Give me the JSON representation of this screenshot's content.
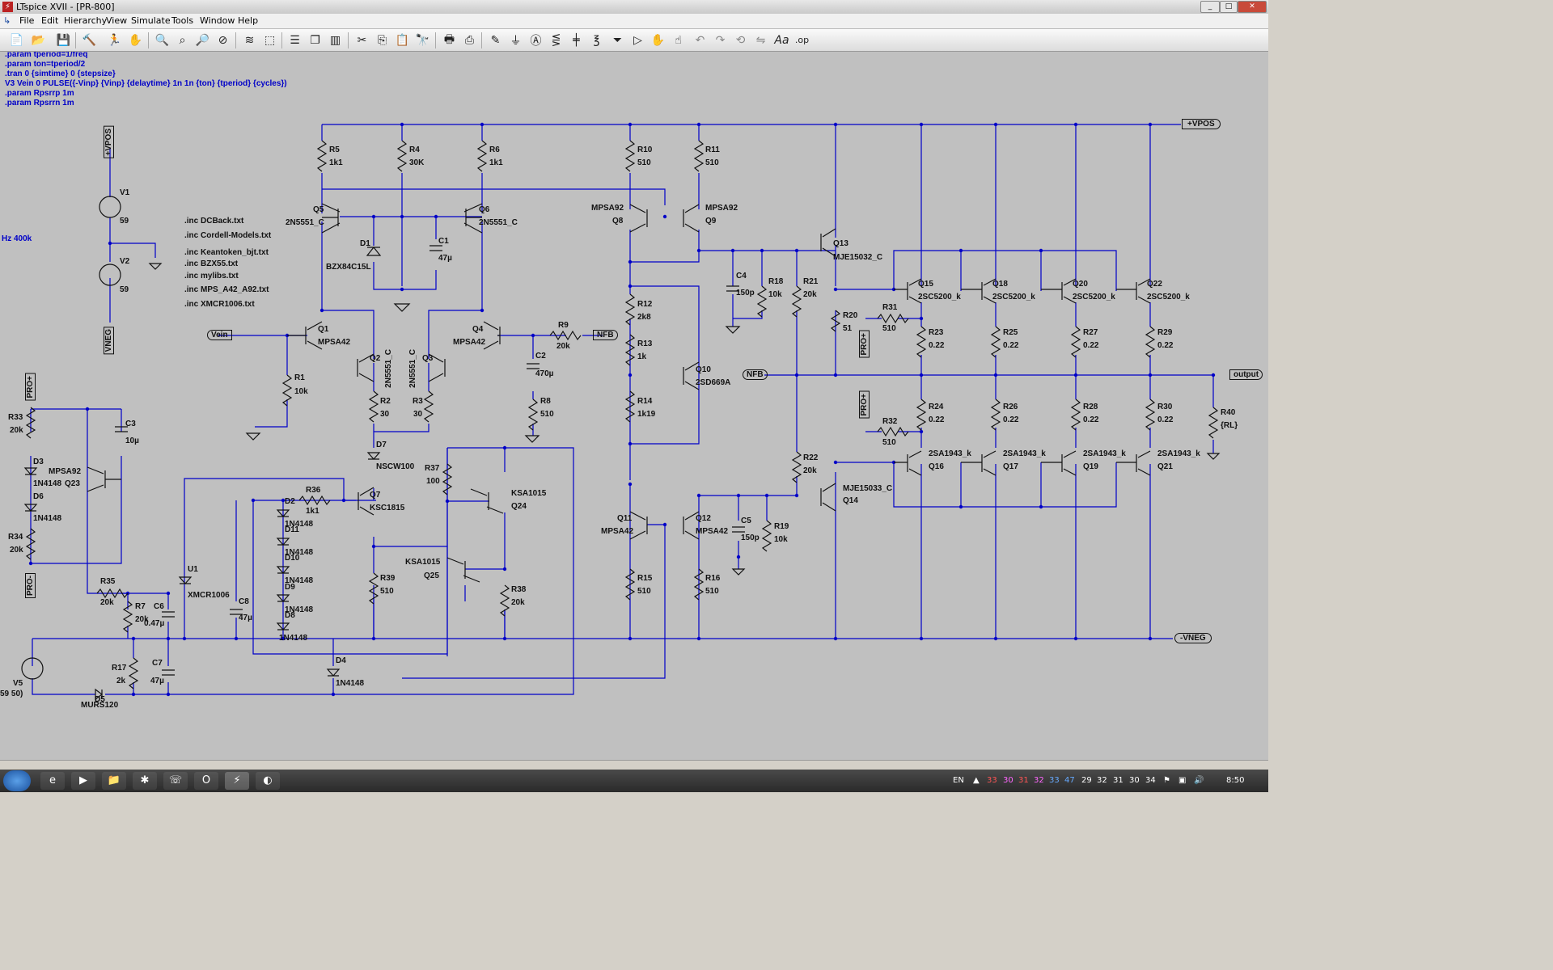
{
  "window": {
    "title": "LTspice XVII - [PR-800]"
  },
  "menu": [
    "File",
    "Edit",
    "Hierarchy",
    "View",
    "Simulate",
    "Tools",
    "Window",
    "Help"
  ],
  "toolbar_icons": [
    "new-schematic",
    "open",
    "save",
    "control-panel",
    "run",
    "halt",
    "zoom-in",
    "zoom-pan",
    "zoom-out",
    "zoom-cancel",
    "autorange",
    "zoom-extent",
    "tile-horizontal",
    "cascade",
    "tile-vertical",
    "cut",
    "copy",
    "paste",
    "find",
    "print",
    "print-setup",
    "draw-wire",
    "ground",
    "label-net",
    "resistor",
    "capacitor",
    "inductor",
    "diode",
    "component",
    "move",
    "drag",
    "undo",
    "redo",
    "rotate",
    "mirror",
    "text",
    "spice-directive"
  ],
  "directives": [
    ".param tperiod=1/freq",
    ".param ton=tperiod/2",
    ".tran 0 {simtime} 0 {stepsize}",
    "V3 Vein 0 PULSE({-Vinp} {Vinp} {delaytime} 1n 1n {ton} {tperiod} {cycles})",
    ".param Rpsrrp 1m",
    ".param Rpsrrn 1m"
  ],
  "hz_label": "Hz 400k",
  "includes": [
    ".inc DCBack.txt",
    ".inc Cordell-Models.txt",
    ".inc Keantoken_bjt.txt",
    ".inc BZX55.txt",
    ".inc mylibs.txt",
    ".inc MPS_A42_A92.txt",
    ".inc XMCR1006.txt"
  ],
  "net_flags": {
    "vpos_left": "+VPOS",
    "vneg_left": "VNEG",
    "vpos_right": "+VPOS",
    "vneg_right": "-VNEG",
    "vein": "Vein",
    "nfb1": "NFB",
    "nfb2": "NFB",
    "output": "output",
    "pro_p1": "PRO+",
    "pro_m1": "PRO-",
    "pro_p2": "PRO+",
    "pro_p3": "PRO+"
  },
  "components": {
    "V1": [
      "V1",
      "59"
    ],
    "V2": [
      "V2",
      "59"
    ],
    "V5": [
      "V5",
      "59 50)"
    ],
    "R5": [
      "R5",
      "1k1"
    ],
    "R4": [
      "R4",
      "30K"
    ],
    "R6": [
      "R6",
      "1k1"
    ],
    "Q5": [
      "Q5",
      "2N5551_C"
    ],
    "Q6": [
      "Q6",
      "2N5551_C"
    ],
    "D1": [
      "D1",
      "BZX84C15L"
    ],
    "C1": [
      "C1",
      "47µ"
    ],
    "Q1": [
      "Q1",
      "MPSA42"
    ],
    "Q4": [
      "Q4",
      "MPSA42"
    ],
    "Q2": [
      "Q2",
      "2N5551_C"
    ],
    "Q3": [
      "Q3",
      "2N5551_C"
    ],
    "R1": [
      "R1",
      "10k"
    ],
    "R2": [
      "R2",
      "30"
    ],
    "R3": [
      "R3",
      "30"
    ],
    "R9": [
      "R9",
      "20k"
    ],
    "C2": [
      "C2",
      "470µ"
    ],
    "R8": [
      "R8",
      "510"
    ],
    "R10": [
      "R10",
      "510"
    ],
    "R11": [
      "R11",
      "510"
    ],
    "Q8": [
      "MPSA92",
      "Q8"
    ],
    "Q9": [
      "MPSA92",
      "Q9"
    ],
    "R12": [
      "R12",
      "2k8"
    ],
    "R13": [
      "R13",
      "1k"
    ],
    "R14": [
      "R14",
      "1k19"
    ],
    "Q10": [
      "Q10",
      "2SD669A"
    ],
    "C4": [
      "C4",
      "150p"
    ],
    "R18": [
      "R18",
      "10k"
    ],
    "R21": [
      "R21",
      "20k"
    ],
    "R22": [
      "R22",
      "20k"
    ],
    "Q13": [
      "Q13",
      "MJE15032_C"
    ],
    "Q14": [
      "MJE15033_C",
      "Q14"
    ],
    "R20": [
      "R20",
      "51"
    ],
    "Q11": [
      "Q11",
      "MPSA42"
    ],
    "Q12": [
      "Q12",
      "MPSA42"
    ],
    "C5": [
      "C5",
      "150p"
    ],
    "R19": [
      "R19",
      "10k"
    ],
    "R15": [
      "R15",
      "510"
    ],
    "R16": [
      "R16",
      "510"
    ],
    "R31": [
      "R31",
      "510"
    ],
    "R32": [
      "R32",
      "510"
    ],
    "Q15": [
      "Q15",
      "2SC5200_k"
    ],
    "Q18": [
      "Q18",
      "2SC5200_k"
    ],
    "Q20": [
      "Q20",
      "2SC5200_k"
    ],
    "Q22": [
      "Q22",
      "2SC5200_k"
    ],
    "Q16": [
      "2SA1943_k",
      "Q16"
    ],
    "Q17": [
      "2SA1943_k",
      "Q17"
    ],
    "Q19": [
      "2SA1943_k",
      "Q19"
    ],
    "Q21": [
      "2SA1943_k",
      "Q21"
    ],
    "R23": [
      "R23",
      "0.22"
    ],
    "R25": [
      "R25",
      "0.22"
    ],
    "R27": [
      "R27",
      "0.22"
    ],
    "R29": [
      "R29",
      "0.22"
    ],
    "R24": [
      "R24",
      "0.22"
    ],
    "R26": [
      "R26",
      "0.22"
    ],
    "R28": [
      "R28",
      "0.22"
    ],
    "R30": [
      "R30",
      "0.22"
    ],
    "R40": [
      "R40",
      "{RL}"
    ],
    "R33": [
      "R33",
      "20k"
    ],
    "R34": [
      "R34",
      "20k"
    ],
    "D3": [
      "D3",
      "1N4148"
    ],
    "D6": [
      "D6",
      "1N4148"
    ],
    "Q23": [
      "MPSA92",
      "Q23"
    ],
    "C3": [
      "C3",
      "10µ"
    ],
    "R35": [
      "R35",
      "20k"
    ],
    "R7": [
      "R7",
      "20k"
    ],
    "C6": [
      "C6",
      "0.47µ"
    ],
    "R17": [
      "R17",
      "2k"
    ],
    "C7": [
      "C7",
      "47µ"
    ],
    "D5": [
      "D5",
      "MURS120"
    ],
    "U1": [
      "U1",
      "XMCR1006"
    ],
    "C8": [
      "C8",
      "47µ"
    ],
    "R36": [
      "R36",
      "1k1"
    ],
    "D2": [
      "D2",
      "1N4148"
    ],
    "D11": [
      "D11",
      "1N4148"
    ],
    "D10": [
      "D10",
      "1N4148"
    ],
    "D9": [
      "D9",
      "1N4148"
    ],
    "D8": [
      "D8",
      "1N4148"
    ],
    "D7": [
      "D7",
      "NSCW100"
    ],
    "Q7": [
      "Q7",
      "KSC1815"
    ],
    "R39": [
      "R39",
      "510"
    ],
    "D4": [
      "D4",
      "1N4148"
    ],
    "R37": [
      "R37",
      "100"
    ],
    "Q24": [
      "KSA1015",
      "Q24"
    ],
    "Q25": [
      "KSA1015",
      "Q25"
    ],
    "R38": [
      "R38",
      "20k"
    ]
  },
  "taskbar": {
    "lang": "EN",
    "time": "8:50",
    "tray_numbers": [
      "33",
      "30",
      "31",
      "32",
      "33",
      "47",
      "29",
      "32",
      "31",
      "30",
      "34"
    ]
  },
  "colors": {
    "wire": "#0000c8",
    "canvas": "#c0c0c0",
    "component": "#111111"
  }
}
